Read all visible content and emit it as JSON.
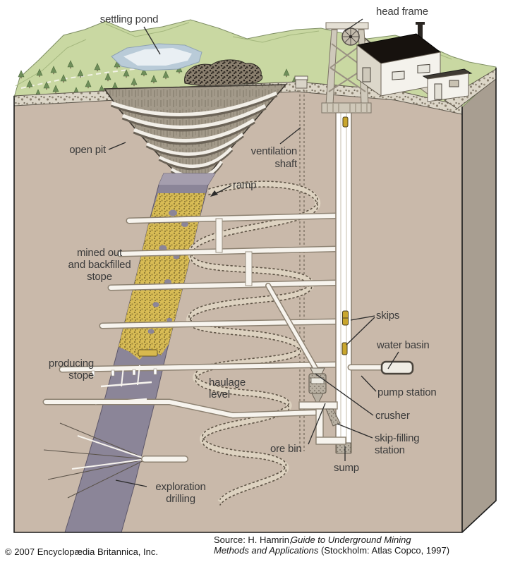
{
  "figure": {
    "subject": "underground mining cutaway diagram",
    "publisher_note": "Encyclopaedia Britannica illustration"
  },
  "labels": {
    "settling_pond": "settling pond",
    "head_frame": "head frame",
    "open_pit": "open pit",
    "ventilation_shaft": [
      "ventilation",
      "shaft"
    ],
    "ramp": "ramp",
    "mined_out_stope": [
      "mined out",
      "and backfilled",
      "stope"
    ],
    "producing_stope": [
      "producing",
      "stope"
    ],
    "haulage_level": [
      "haulage",
      "level"
    ],
    "skips": "skips",
    "water_basin": "water basin",
    "pump_station": "pump station",
    "crusher": "crusher",
    "skip_filling_station": [
      "skip-filling",
      "station"
    ],
    "ore_bin": "ore bin",
    "sump": "sump",
    "exploration_drilling": [
      "exploration",
      "drilling"
    ]
  },
  "footer": {
    "copyright": "© 2007 Encyclopædia Britannica, Inc.",
    "source_prefix": "Source: H. Hamrin,",
    "source_title_line1": "Guide to Underground Mining",
    "source_title_line2": "Methods and Applications",
    "source_suffix": "(Stockholm: Atlas Copco, 1997)"
  },
  "palette": {
    "ground_front": "#c9b9aa",
    "ground_side": "#a89e91",
    "surface_green": "#c9d8a2",
    "tree_green": "#6f8f5a",
    "pond_blue": "#b9cbd8",
    "ore_body_purple": "#8b8598",
    "backfill_yellow": "#d8bc55",
    "tunnel_white": "#f7f4ee",
    "skip_yellow": "#c9a62d",
    "label_text": "#3b3b3b"
  }
}
